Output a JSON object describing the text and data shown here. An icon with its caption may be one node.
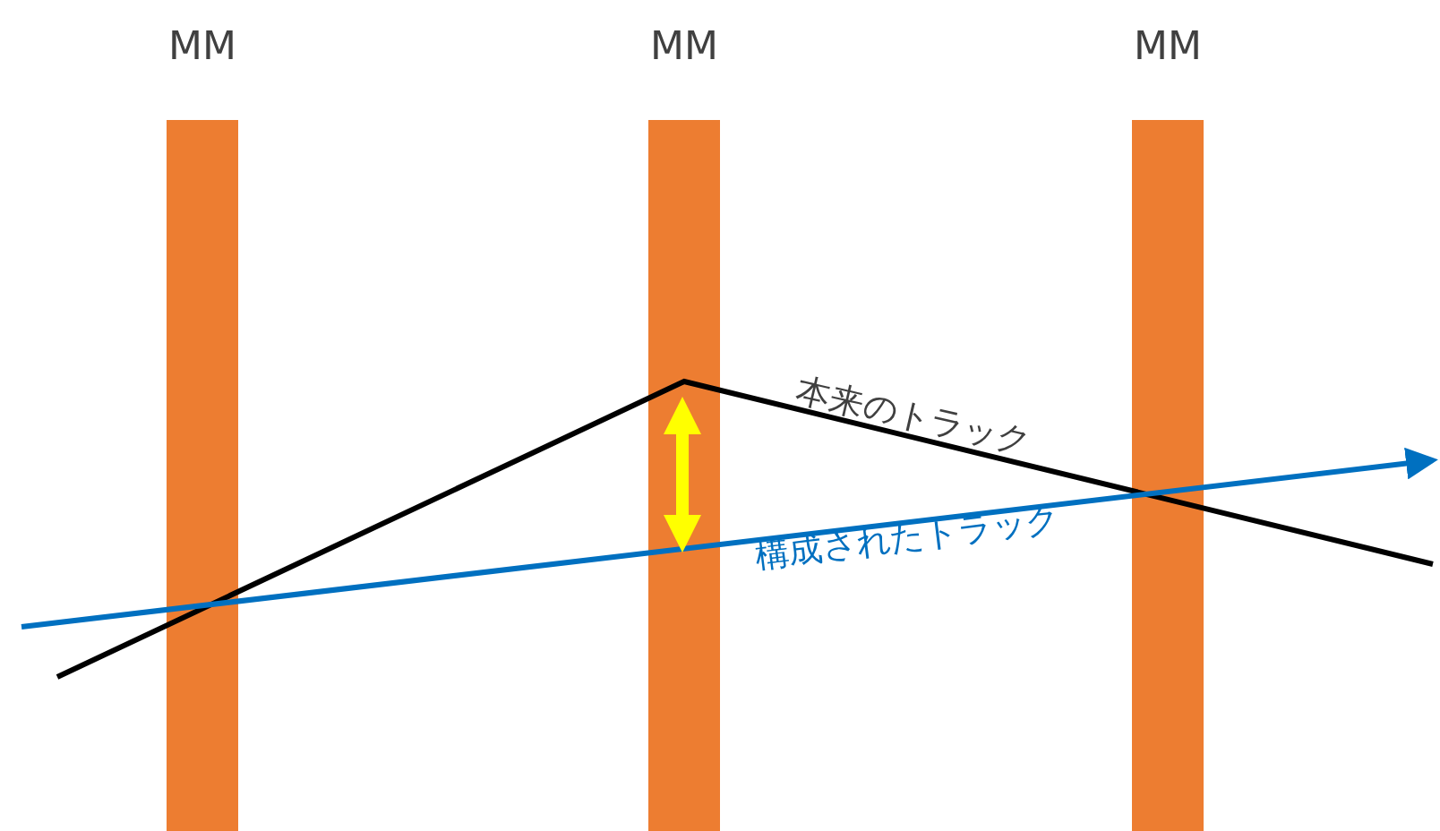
{
  "diagram": {
    "nodes": [
      {
        "text": [
          "MM"
        ]
      },
      {
        "text": [
          "MM"
        ]
      },
      {
        "text": [
          "MM"
        ]
      }
    ],
    "labels": [
      "本来のトラック",
      "構成されたトラック"
    ]
  }
}
